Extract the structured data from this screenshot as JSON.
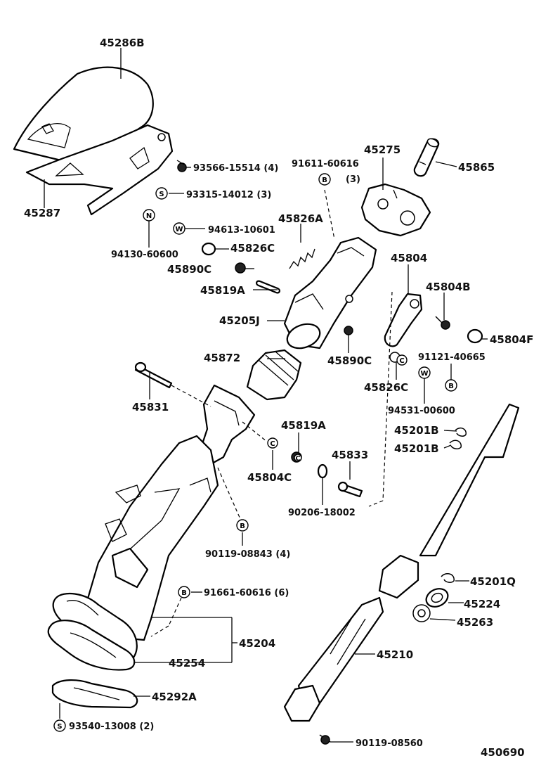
{
  "labels": {
    "p45286b": "45286B",
    "p45287": "45287",
    "p93566": "93566-15514 (4)",
    "p93315": "93315-14012 (3)",
    "p94130": "94130-60600",
    "p94613": "94613-10601",
    "p91611": "91611-60616",
    "p91611q": "(3)",
    "p45275": "45275",
    "p45865": "45865",
    "p45826a": "45826A",
    "p45826c_a": "45826C",
    "p45890c_a": "45890C",
    "p45819a_a": "45819A",
    "p45205j": "45205J",
    "p45804": "45804",
    "p45804b": "45804B",
    "p45804f": "45804F",
    "p91121": "91121-40665",
    "p45872": "45872",
    "p45890c_b": "45890C",
    "p45826c_b": "45826C",
    "p94531": "94531-00600",
    "p45831": "45831",
    "p45819a_b": "45819A",
    "p45804c": "45804C",
    "p45201b_a": "45201B",
    "p45201b_b": "45201B",
    "p45833": "45833",
    "p90206": "90206-18002",
    "p90119a": "90119-08843 (4)",
    "p45201q": "45201Q",
    "p45224": "45224",
    "p45263": "45263",
    "p91661": "91661-60616 (6)",
    "p45204": "45204",
    "p45254": "45254",
    "p45210": "45210",
    "p45292a": "45292A",
    "p93540": "93540-13008 (2)",
    "p90119b": "90119-08560",
    "ref": "450690"
  },
  "badges": {
    "s": "S",
    "n": "N",
    "w": "W",
    "b": "B",
    "c": "C"
  }
}
